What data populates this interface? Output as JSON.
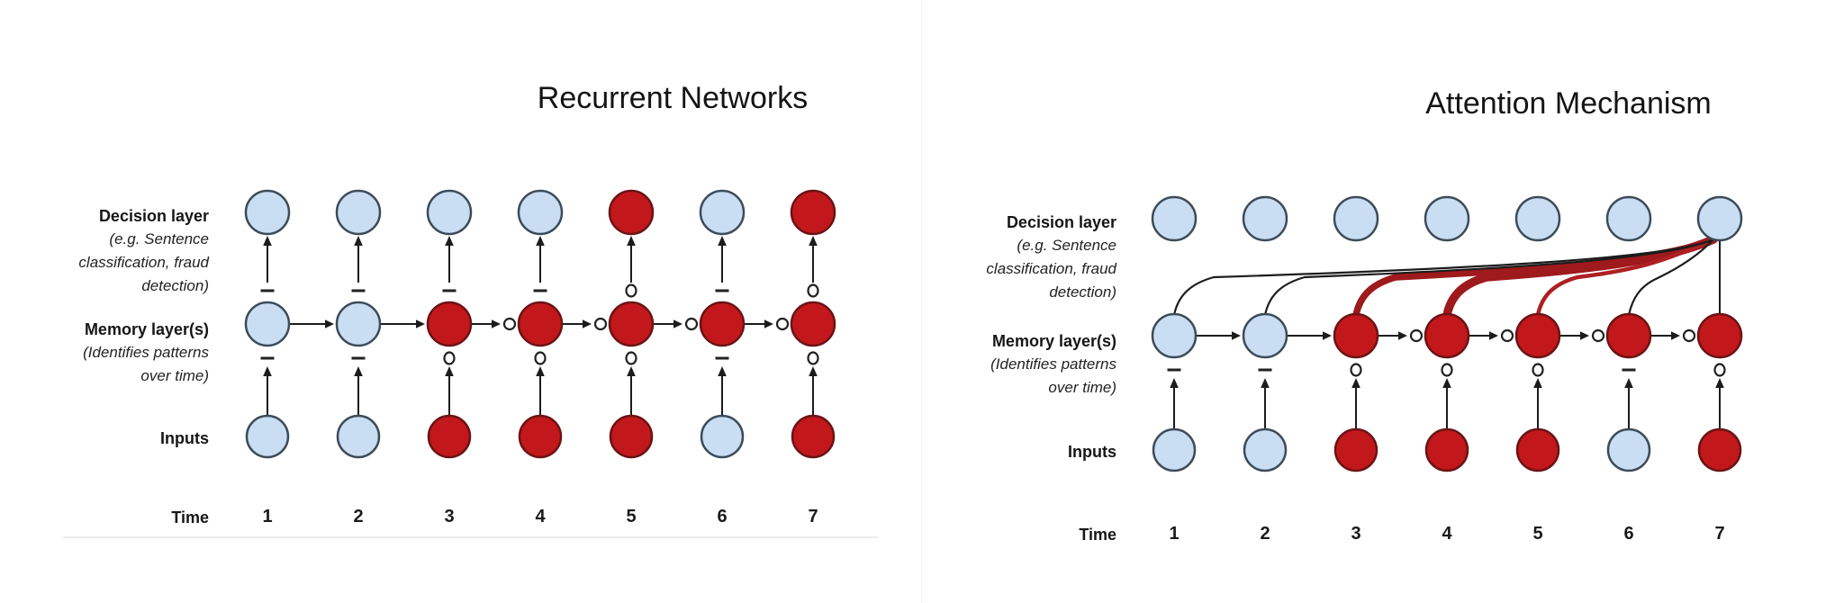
{
  "labels": {
    "decision_title": "Decision layer",
    "decision_sub": [
      "(e.g. Sentence",
      "classification, fraud",
      "detection)"
    ],
    "memory_title": "Memory layer(s)",
    "memory_sub": [
      "(Identifies patterns",
      "over time)"
    ],
    "inputs": "Inputs",
    "time": "Time"
  },
  "time_values": [
    "1",
    "2",
    "3",
    "4",
    "5",
    "6",
    "7"
  ],
  "colors": {
    "node_blue": "#c9def2",
    "node_red": "#c2181b",
    "blue_stroke": "#3d4b59",
    "red_stroke": "#6b1315",
    "line": "#1c1c1c",
    "symbol": "#222222",
    "attention_red": "#9e1a1c",
    "attention_red_medium": "#ae2023"
  },
  "panels": [
    {
      "title": "Recurrent Networks",
      "connection": "stacked-arrows",
      "decision_nodes": [
        "blue",
        "blue",
        "blue",
        "blue",
        "red",
        "blue",
        "red"
      ],
      "memory_nodes": [
        "blue",
        "blue",
        "red",
        "red",
        "red",
        "red",
        "red"
      ],
      "input_nodes": [
        "blue",
        "blue",
        "red",
        "red",
        "red",
        "blue",
        "red"
      ],
      "above_memory_symbols": [
        "dash",
        "dash",
        "dash",
        "dash",
        "ring",
        "dash",
        "ring"
      ],
      "below_memory_symbols": [
        "dash",
        "dash",
        "ring",
        "ring",
        "ring",
        "dash",
        "ring"
      ],
      "memory_gates": [
        false,
        false,
        true,
        true,
        true,
        true
      ]
    },
    {
      "title": "Attention Mechanism",
      "connection": "attention",
      "decision_nodes": [
        "blue",
        "blue",
        "blue",
        "blue",
        "blue",
        "blue",
        "blue"
      ],
      "memory_nodes": [
        "blue",
        "blue",
        "red",
        "red",
        "red",
        "red",
        "red"
      ],
      "input_nodes": [
        "blue",
        "blue",
        "red",
        "red",
        "red",
        "blue",
        "red"
      ],
      "above_memory_symbols": null,
      "below_memory_symbols": [
        "dash",
        "dash",
        "ring",
        "ring",
        "ring",
        "dash",
        "ring"
      ],
      "memory_gates": [
        false,
        false,
        true,
        true,
        true,
        true
      ],
      "attention": {
        "source_column": 7,
        "curves": [
          {
            "target_column": 1,
            "emphasis": "thin"
          },
          {
            "target_column": 2,
            "emphasis": "thin"
          },
          {
            "target_column": 3,
            "emphasis": "heavy"
          },
          {
            "target_column": 4,
            "emphasis": "heaviest"
          },
          {
            "target_column": 5,
            "emphasis": "medium"
          },
          {
            "target_column": 6,
            "emphasis": "thin"
          }
        ],
        "direct_line_column": 7
      }
    }
  ]
}
